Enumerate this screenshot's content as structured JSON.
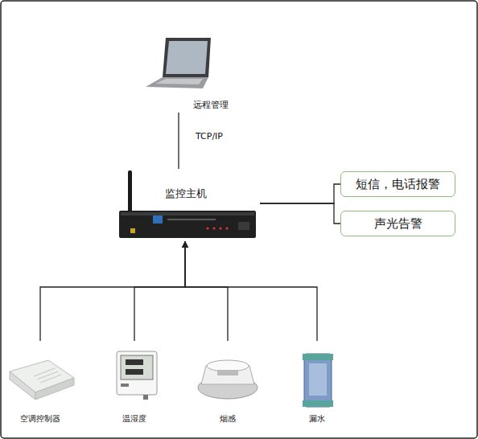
{
  "diagram": {
    "nodes": [
      {
        "text": [
          "远程管理"
        ]
      },
      {
        "text": [
          "监控主机"
        ]
      },
      {
        "text": [
          "短信，电话报警"
        ]
      },
      {
        "text": [
          "声光告警"
        ]
      },
      {
        "text": [
          "空调控制器"
        ]
      },
      {
        "text": [
          "温湿度"
        ]
      },
      {
        "text": [
          "烟感"
        ]
      },
      {
        "text": [
          "漏水"
        ]
      }
    ],
    "edges": [
      {
        "from": 0,
        "to": 1,
        "label": "TCP/IP",
        "arrow": "none"
      },
      {
        "from": 1,
        "to": 2,
        "arrow": "none"
      },
      {
        "from": 1,
        "to": 3,
        "arrow": "none"
      },
      {
        "from": 4,
        "to": 1,
        "arrow": "to"
      },
      {
        "from": 5,
        "to": 1,
        "arrow": "to"
      },
      {
        "from": 6,
        "to": 1,
        "arrow": "to"
      },
      {
        "from": 7,
        "to": 1,
        "arrow": "to"
      }
    ]
  }
}
